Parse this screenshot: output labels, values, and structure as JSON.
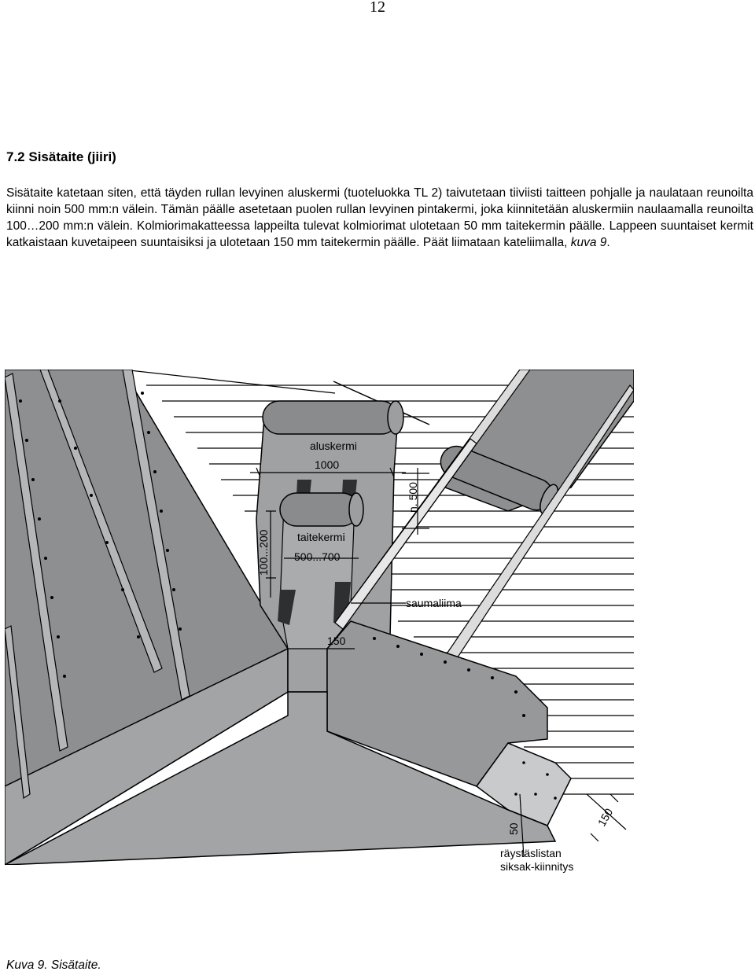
{
  "page": {
    "number": "12"
  },
  "section": {
    "heading": "7.2 Sisätaite (jiiri)",
    "paragraph": "Sisätaite katetaan siten, että täyden rullan levyinen aluskermi (tuoteluokka TL 2) taivutetaan tiiviisti taitteen pohjalle ja naulataan reunoilta kiinni noin 500 mm:n välein. Tämän päälle asetetaan puolen rullan levyinen pintakermi, joka kiinnitetään aluskermiin naulaamalla reunoilta 100…200 mm:n välein. Kolmiorimakatteessa lappeilta tulevat kolmiorimat ulotetaan 50 mm taitekermin päälle. Lappeen suuntaiset kermit katkaistaan kuvetaipeen suuntaisiksi ja ulotetaan 150 mm taitekermin päälle. Päät liimataan kateliimalla, ",
    "paragraph_figure_ref": "kuva 9",
    "paragraph_end": "."
  },
  "figure": {
    "labels": {
      "aluskermi": "aluskermi",
      "width_1000": "1000",
      "n500": "n. 500",
      "range_100_200": "100...200",
      "taitekermi": "taitekermi",
      "width_500_700": "500...700",
      "saumaliima": "saumaliima",
      "overlap_150_center": "150",
      "overlap_50": "50",
      "overlap_150_right": "150",
      "raystaslistan": "räystäslistan",
      "siksak": "siksak-kiinnitys"
    },
    "colors": {
      "roof_gray": "#8e8f91",
      "underlay_gray": "#9fa1a3",
      "roll_gray": "#8a8b8d",
      "metal_light": "#c9cacc",
      "outline": "#000000"
    }
  },
  "caption": "Kuva 9. Sisätaite."
}
